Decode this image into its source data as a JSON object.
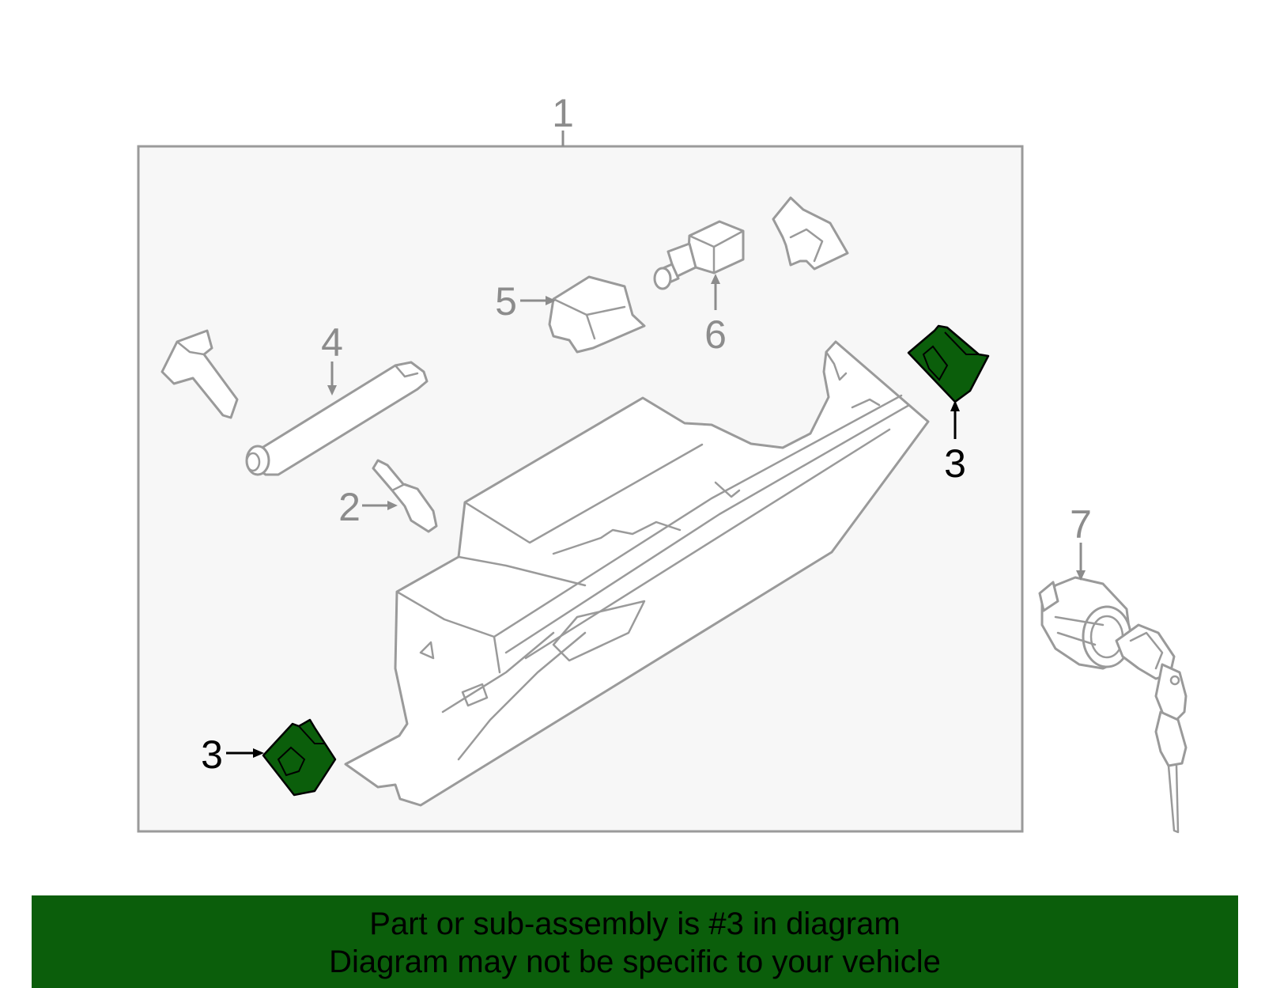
{
  "diagram": {
    "callouts": [
      {
        "label": "1"
      },
      {
        "label": "2"
      },
      {
        "label": "3"
      },
      {
        "label": "3"
      },
      {
        "label": "4"
      },
      {
        "label": "5"
      },
      {
        "label": "6"
      },
      {
        "label": "7"
      }
    ],
    "highlight_color": "#0b5e0b",
    "line_color": "#9a9a9a"
  },
  "banner": {
    "line1": "Part or sub-assembly is #3 in diagram",
    "line2": "Diagram may not be specific to your vehicle",
    "background": "#0b5e0b"
  }
}
